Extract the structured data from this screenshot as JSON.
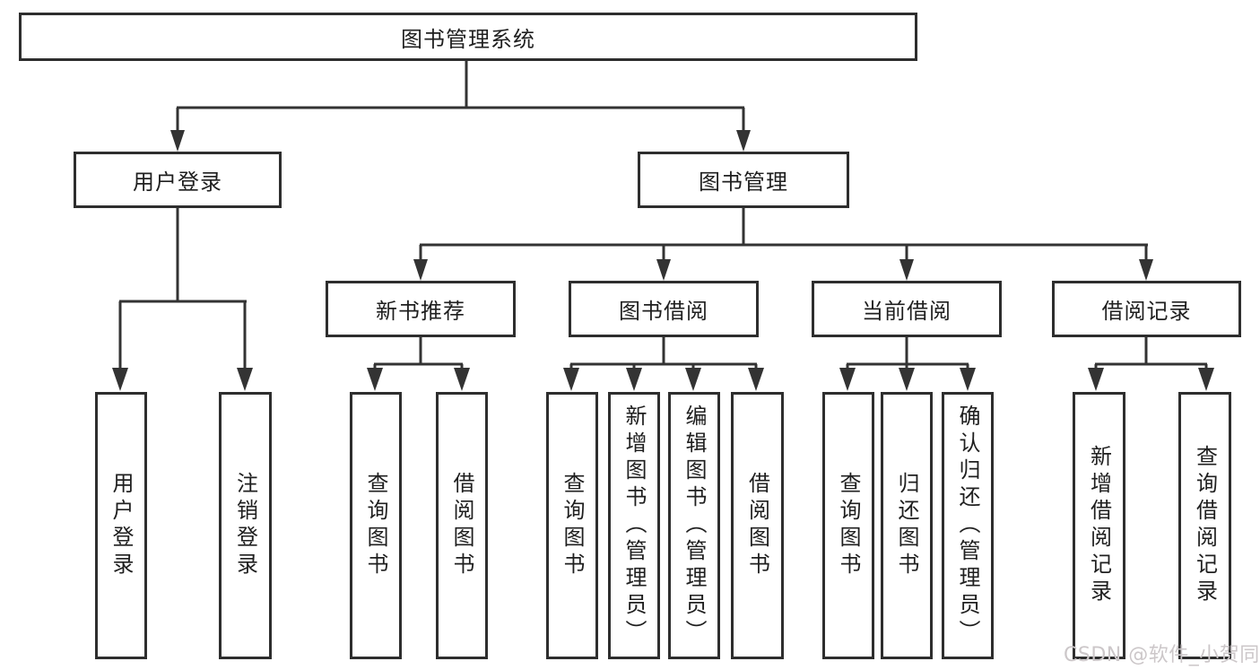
{
  "diagram": {
    "root": "图书管理系统",
    "level2": {
      "user_login": "用户登录",
      "book_mgmt": "图书管理"
    },
    "level3": {
      "new_books": "新书推荐",
      "book_borrow": "图书借阅",
      "current_borrow": "当前借阅",
      "borrow_records": "借阅记录"
    },
    "level4": {
      "ul_login": "用户登录",
      "ul_logout": "注销登录",
      "nb_query": "查询图书",
      "nb_borrow": "借阅图书",
      "bb_query": "查询图书",
      "bb_add": "新增图书（管理员）",
      "bb_edit": "编辑图书（管理员）",
      "bb_borrow": "借阅图书",
      "cb_query": "查询图书",
      "cb_return": "归还图书",
      "cb_confirm": "确认归还（管理员）",
      "br_add": "新增借阅记录",
      "br_query": "查询借阅记录"
    }
  },
  "watermark": "CSDN @软件_小贺同学",
  "colors": {
    "line": "#333333",
    "border": "#2e2e2e",
    "text": "#1f1f1f",
    "watermark_text": "#ccc7c9",
    "background": "#ffffff"
  }
}
